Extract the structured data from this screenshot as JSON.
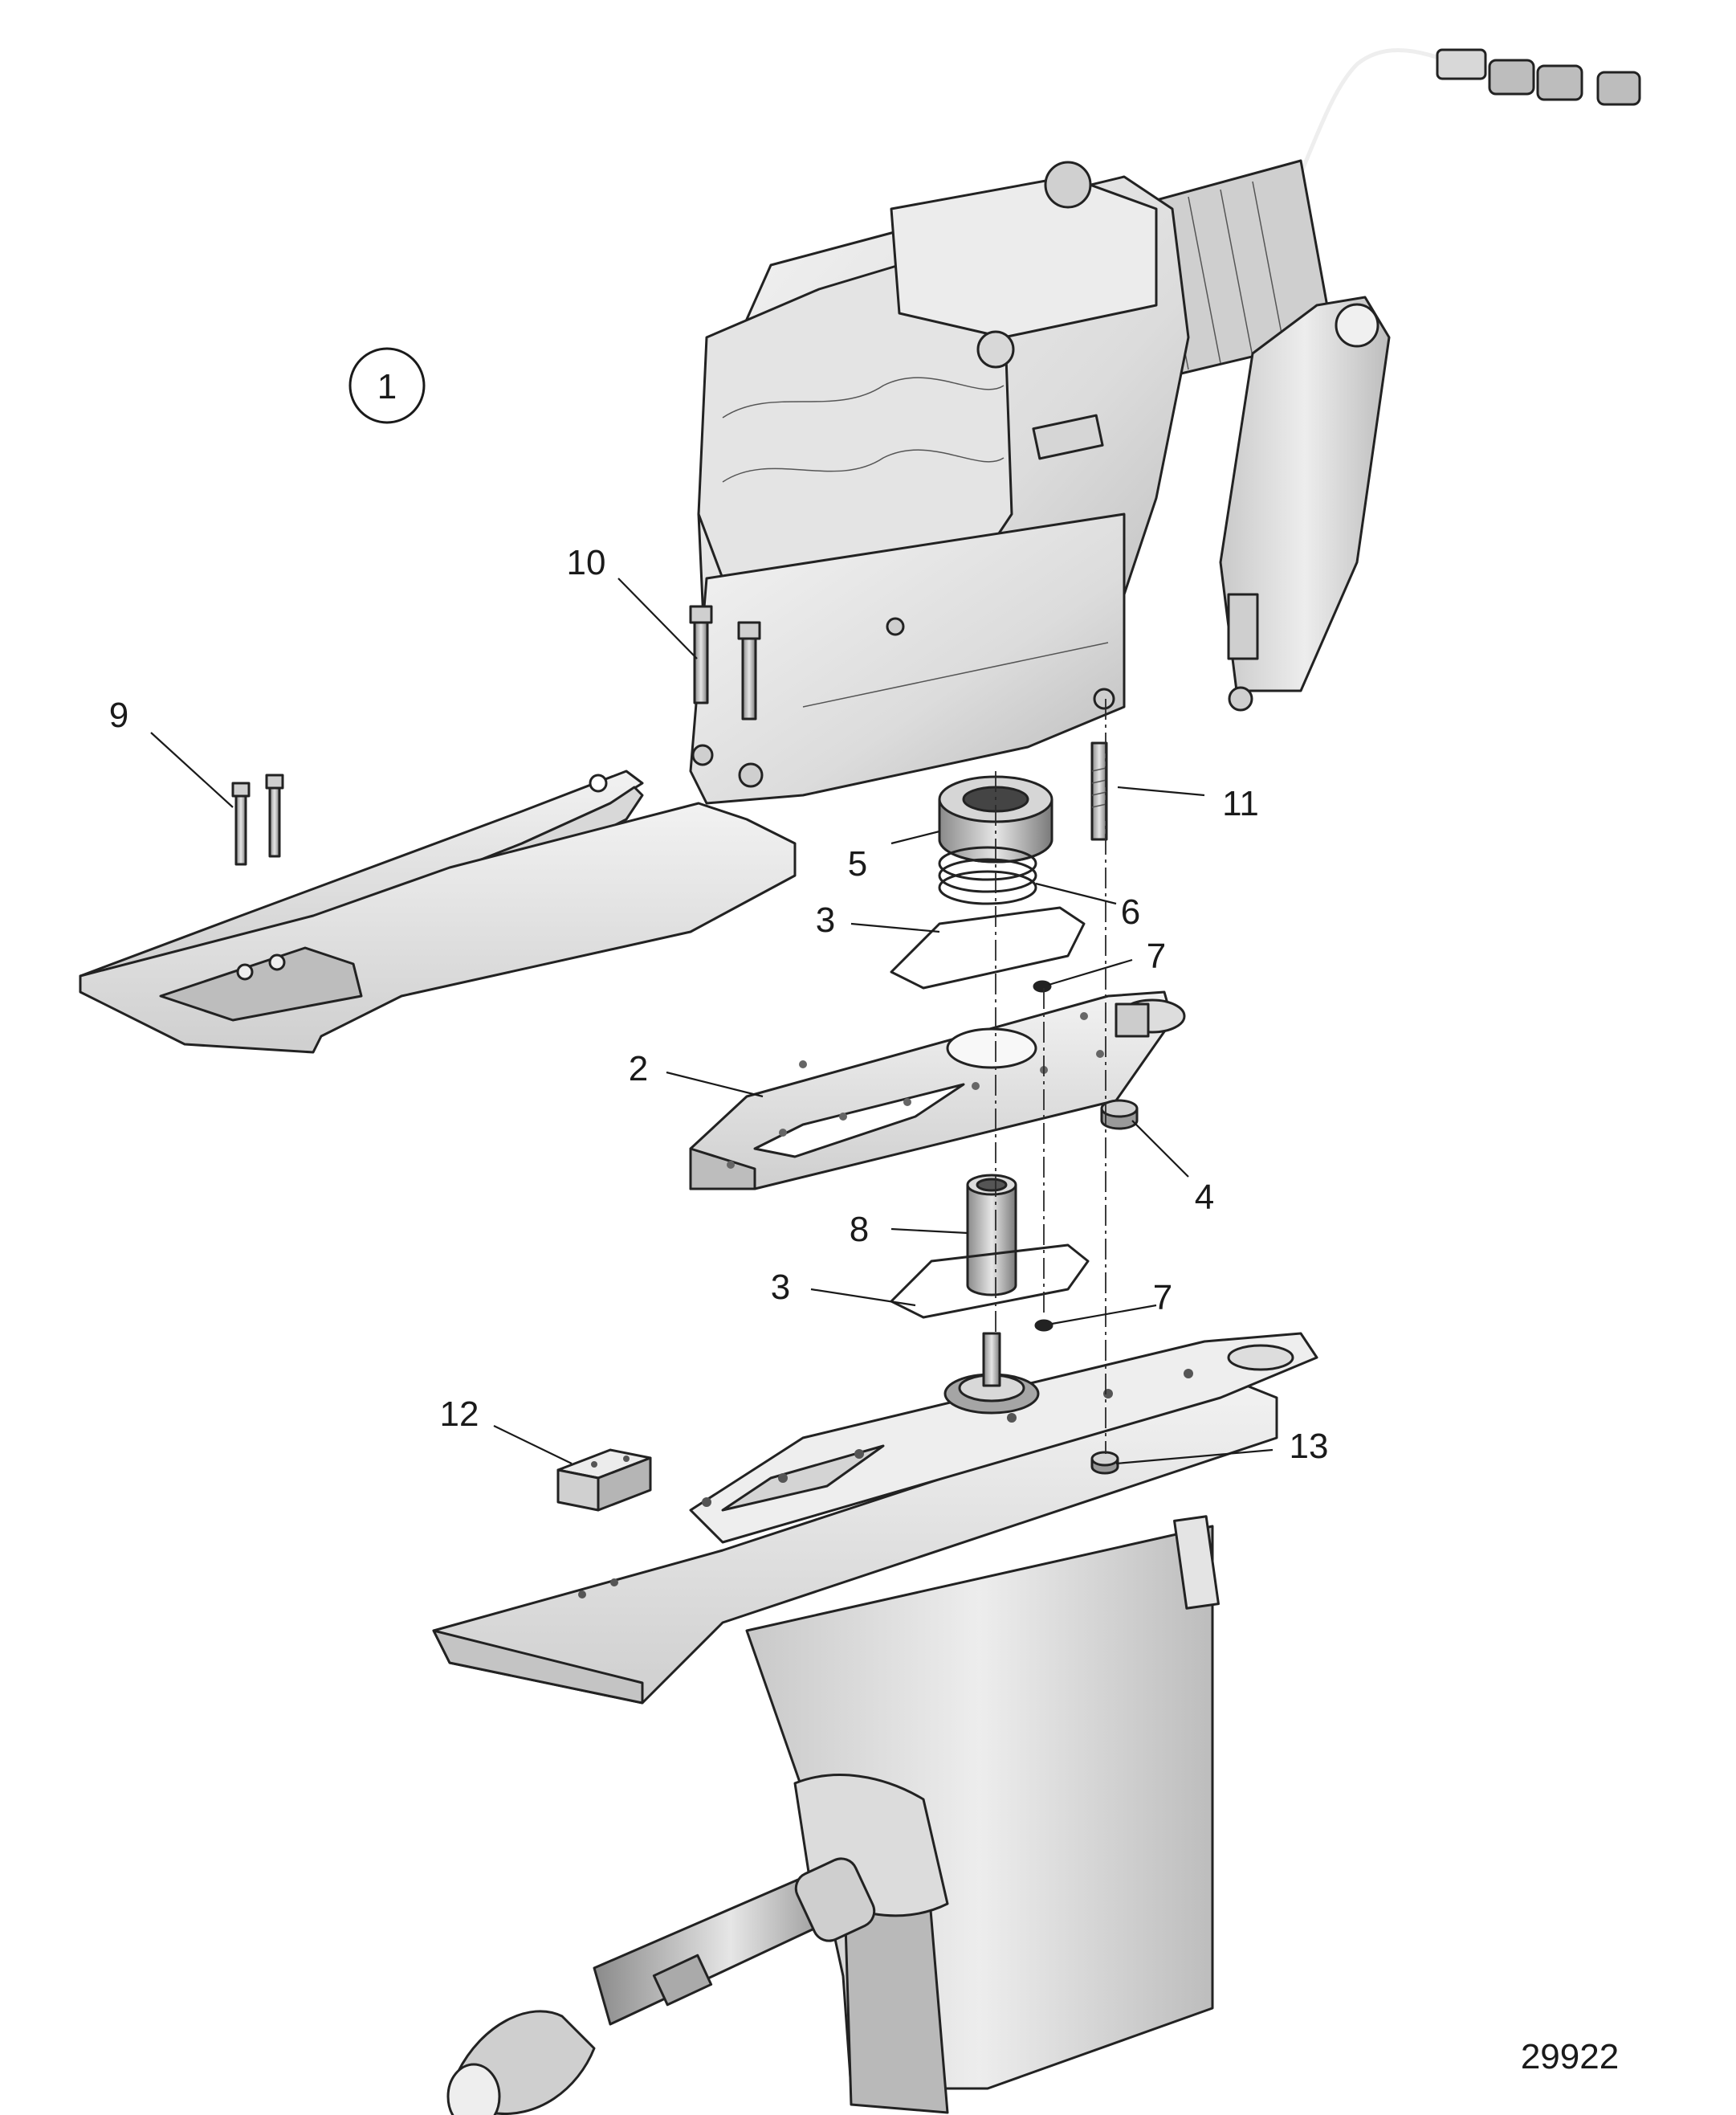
{
  "drawing_number": "29922",
  "assembly_callout": "1",
  "callouts": [
    {
      "id": "c-2",
      "label": "2"
    },
    {
      "id": "c-3a",
      "label": "3"
    },
    {
      "id": "c-3b",
      "label": "3"
    },
    {
      "id": "c-4",
      "label": "4"
    },
    {
      "id": "c-5",
      "label": "5"
    },
    {
      "id": "c-6",
      "label": "6"
    },
    {
      "id": "c-7a",
      "label": "7"
    },
    {
      "id": "c-7b",
      "label": "7"
    },
    {
      "id": "c-8",
      "label": "8"
    },
    {
      "id": "c-9",
      "label": "9"
    },
    {
      "id": "c-10",
      "label": "10"
    },
    {
      "id": "c-11",
      "label": "11"
    },
    {
      "id": "c-12",
      "label": "12"
    },
    {
      "id": "c-13",
      "label": "13"
    }
  ],
  "colors": {
    "background": "#ffffff",
    "part_fill": "#e8e8e8",
    "part_shade": "#c4c4c4",
    "part_dark": "#9a9a9a",
    "line": "#1a1a1a"
  }
}
